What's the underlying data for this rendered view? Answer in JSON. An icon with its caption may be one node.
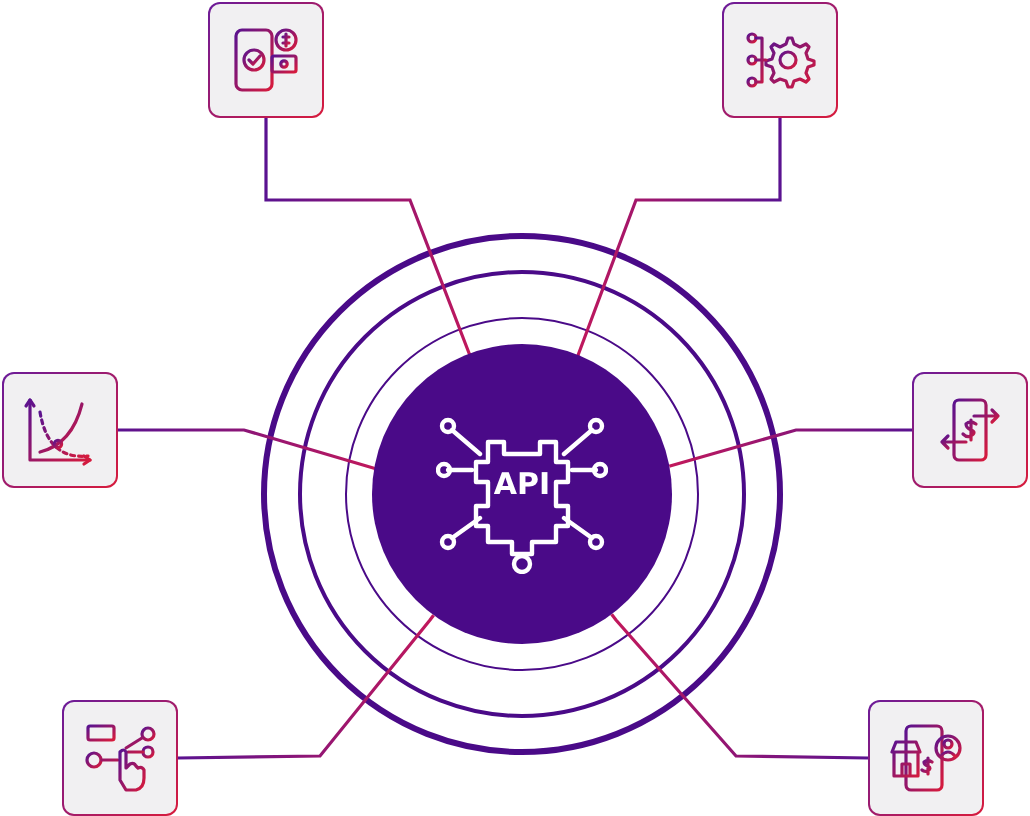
{
  "diagram": {
    "nodes": [
      {
        "text": [
          "API"
        ]
      },
      {
        "text": [],
        "shape": "box"
      },
      {
        "text": [],
        "shape": "box"
      },
      {
        "text": [],
        "shape": "box"
      },
      {
        "text": [],
        "shape": "box"
      },
      {
        "text": [],
        "shape": "box"
      },
      {
        "text": [],
        "shape": "box"
      }
    ],
    "edges": [
      {
        "from": 0,
        "to": 1,
        "arrow": "none"
      },
      {
        "from": 0,
        "to": 2,
        "arrow": "none"
      },
      {
        "from": 0,
        "to": 3,
        "arrow": "none"
      },
      {
        "from": 0,
        "to": 4,
        "arrow": "none"
      },
      {
        "from": 0,
        "to": 5,
        "arrow": "none"
      },
      {
        "from": 0,
        "to": 6,
        "arrow": "none"
      }
    ]
  }
}
